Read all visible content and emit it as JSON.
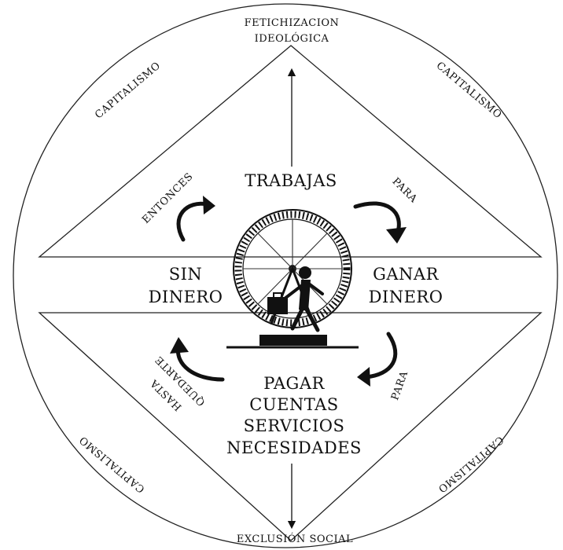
{
  "top_label": {
    "line1": "FETICHIZACION",
    "line2": "IDEOLÓGICA"
  },
  "bottom_label": "EXCLUSIÓN SOCIAL",
  "corners": {
    "top_left": "CAPITALISMO",
    "top_right": "CAPITALISMO",
    "bottom_left": "CAPITALISMO",
    "bottom_right": "CAPITALISMO"
  },
  "cycle": {
    "top": "TRABAJAS",
    "right": {
      "line1": "GANAR",
      "line2": "DINERO"
    },
    "left": {
      "line1": "SIN",
      "line2": "DINERO"
    },
    "bottom": {
      "line1": "PAGAR",
      "line2": "CUENTAS",
      "line3": "SERVICIOS",
      "line4": "NECESIDADES"
    }
  },
  "connectors": {
    "top_right": "PARA",
    "bottom_right": "PARA",
    "top_left": "ENTONCES",
    "bottom_left": {
      "line1": "HASTA",
      "line2": "QUEDARTE"
    }
  },
  "illustration": {
    "icon": "hamster-wheel-worker-icon"
  },
  "colors": {
    "ink": "#111111",
    "background": "#ffffff"
  }
}
